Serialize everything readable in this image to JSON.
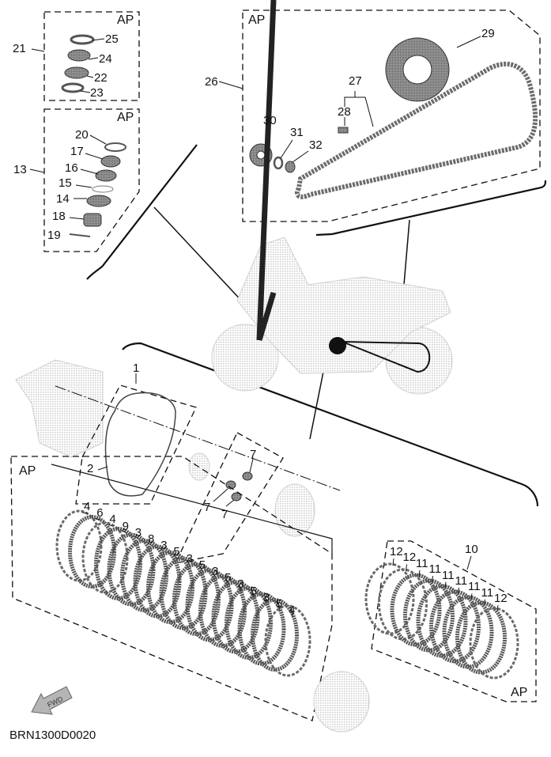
{
  "diagram": {
    "drawing_code": "BRN1300D0020",
    "fwd_arrow_text": "FWD",
    "ap_marker": "AP",
    "colors": {
      "ink": "#111111",
      "ghost": "#bdbdbd",
      "part": "#6f6f6f"
    }
  },
  "groups": {
    "steering_upper": {
      "ref": "21",
      "ap": "AP",
      "parts": [
        "25",
        "24",
        "22",
        "23"
      ]
    },
    "steering_lower": {
      "ref": "13",
      "ap": "AP",
      "parts": [
        "20",
        "17",
        "16",
        "15",
        "14",
        "18",
        "19"
      ]
    },
    "drive_chain": {
      "ref": "26",
      "ap": "AP",
      "parts": [
        "29",
        "27",
        "28",
        "30",
        "31",
        "32"
      ]
    },
    "clutch_cover": {
      "parts": [
        "1",
        "2"
      ]
    },
    "clutch_plates": {
      "ap": "AP",
      "parts": [
        "4",
        "6",
        "4",
        "9",
        "3",
        "8",
        "3",
        "5",
        "3",
        "5",
        "3",
        "5",
        "3",
        "5",
        "3",
        "5",
        "4"
      ]
    },
    "clutch_bolts": {
      "parts": [
        "7",
        "7",
        "7"
      ]
    },
    "friction_kit": {
      "ref": "10",
      "ap": "AP",
      "parts": [
        "12",
        "12",
        "11",
        "11",
        "11",
        "11",
        "11",
        "11",
        "12"
      ]
    }
  }
}
